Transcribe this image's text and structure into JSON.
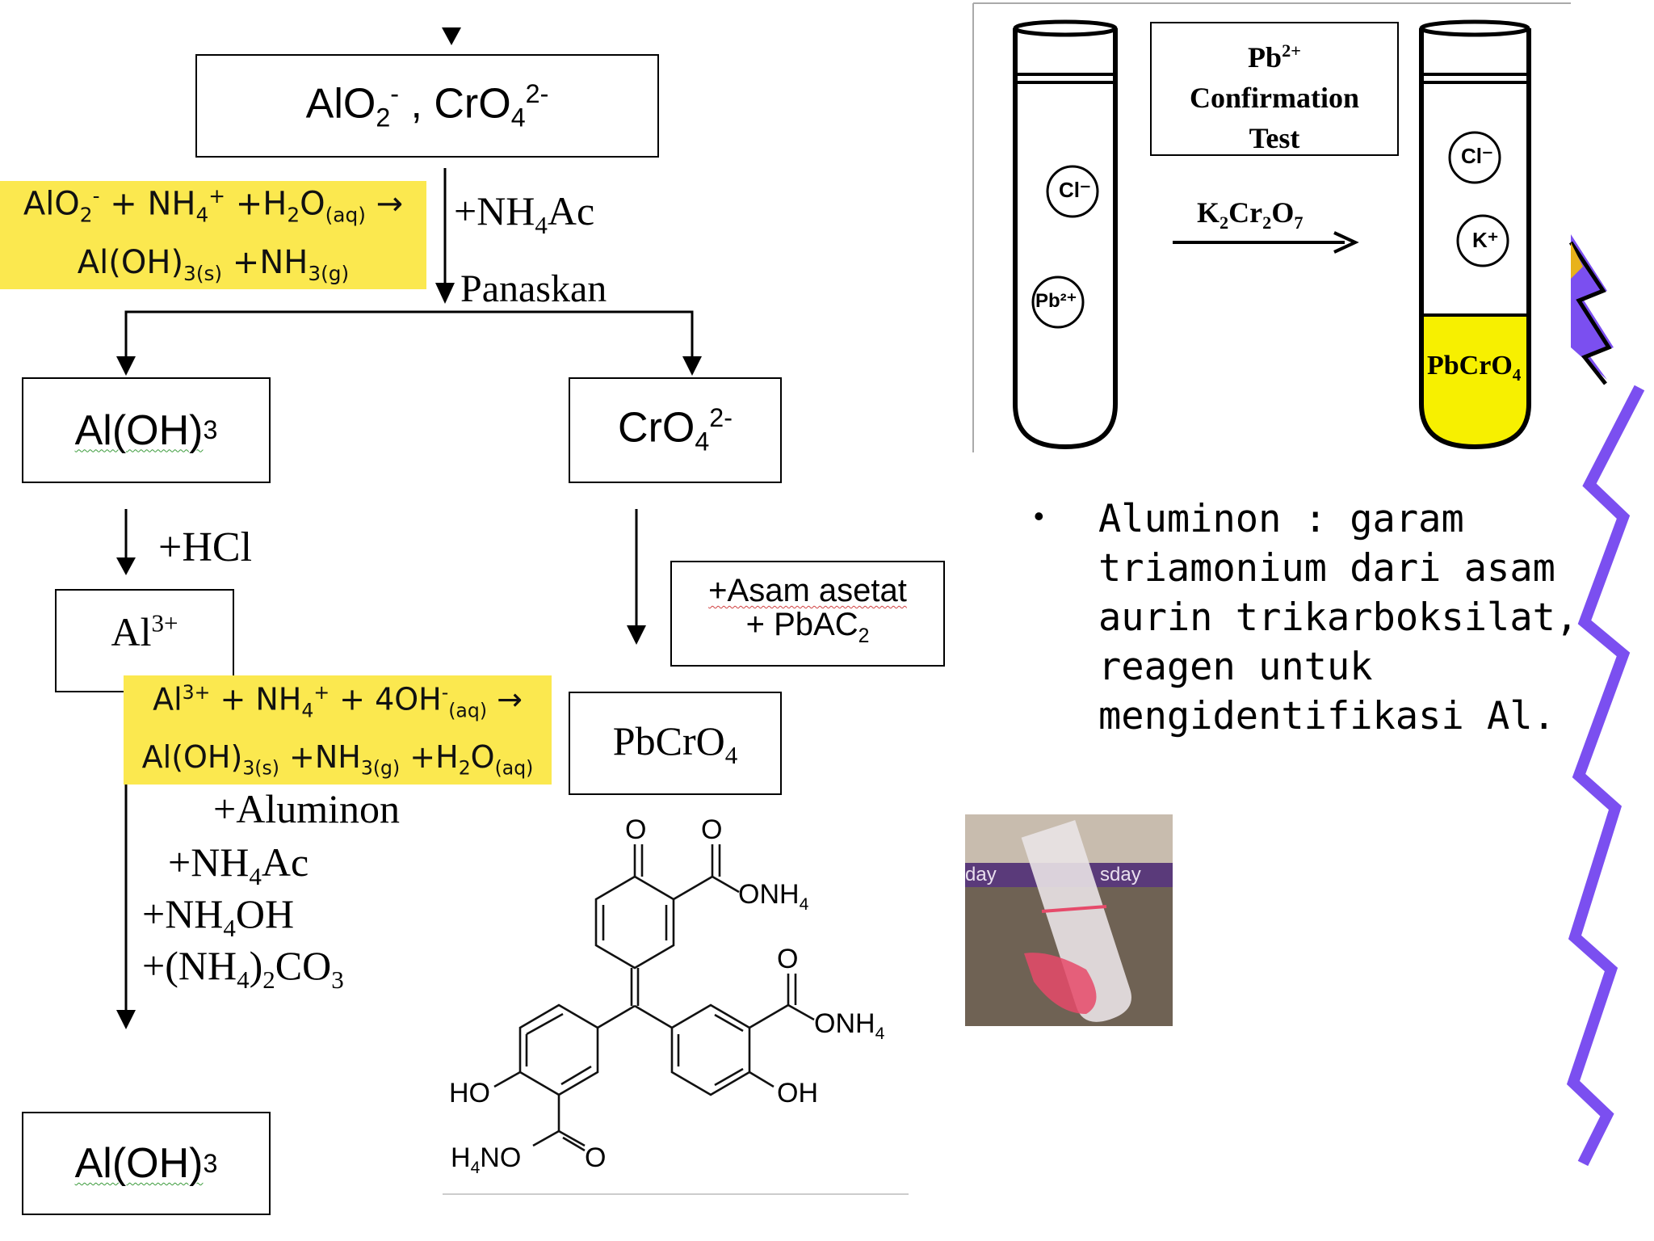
{
  "flow": {
    "top_box": {
      "species_a": "AlO",
      "species_a_sub": "2",
      "species_a_sup": "-",
      "separator": " , ",
      "species_b": "CrO",
      "species_b_sub": "4",
      "species_b_sup": "2-"
    },
    "reagent_nh4ac": {
      "prefix": "+NH",
      "sub": "4",
      "suffix": "Ac"
    },
    "heat_label": "Panaskan",
    "highlight_1": {
      "line1": {
        "p1": "AlO",
        "s1": "2",
        "c1": "-",
        "p2": " + NH",
        "c2": "4",
        "c2b": "+",
        "p3": " +H",
        "s3": "2",
        "p4": "O",
        "s4": "(aq)",
        "arrow": " →"
      },
      "line2": {
        "p1": "Al(OH)",
        "s1": "3(s)",
        "p2": " +NH",
        "s2": "3(g)"
      }
    },
    "left_box_1": {
      "text": "Al(OH)",
      "sub": "3"
    },
    "right_box_1": {
      "text": "CrO",
      "sub": "4",
      "sup": "2-"
    },
    "reagent_hcl": "+HCl",
    "al3_box": {
      "text": "Al",
      "sup": "3+"
    },
    "acid_box": {
      "line1": "+Asam asetat",
      "line2": "+ PbAC",
      "line2_sub": "2"
    },
    "highlight_2": {
      "line1": {
        "p1": "Al",
        "c1": "3+",
        "p2": " + NH",
        "c2": "4",
        "c2b": "+",
        "p3": " + 4OH",
        "c3": "-",
        "s3": "(aq)",
        "arrow": " →"
      },
      "line2": {
        "p1": "Al(OH)",
        "s1": "3(s)",
        "p2": " +NH",
        "s2": "3(g)",
        "p3": " +H",
        "s3": "2",
        "p4": "O",
        "s4": "(aq)"
      }
    },
    "pbcro4_box": {
      "text": "PbCrO",
      "sub": "4"
    },
    "reagents_list": [
      {
        "prefix": "+Aluminon",
        "sub": "",
        "suffix": ""
      },
      {
        "prefix": "+NH",
        "sub": "4",
        "suffix": "Ac"
      },
      {
        "prefix": "+NH",
        "sub": "4",
        "suffix": "OH"
      },
      {
        "prefix": "+(NH",
        "sub": "4",
        "suffix": ")",
        "sub2": "2",
        "suffix2": "CO",
        "sub3": "3"
      }
    ],
    "bottom_box": {
      "text": "Al(OH)",
      "sub": "3"
    }
  },
  "structure": {
    "labels": [
      "O",
      "O",
      "ONH",
      "4",
      "O",
      "ONH",
      "4",
      "HO",
      "OH",
      "H",
      "4",
      "NO",
      "O"
    ]
  },
  "test_tube_figure": {
    "title_line1": "Pb",
    "title_sup": "2+",
    "title_line2": "Confirmation",
    "title_line3": "Test",
    "reagent": {
      "p1": "K",
      "s1": "2",
      "p2": "Cr",
      "s2": "2",
      "p3": "O",
      "s3": "7"
    },
    "left_ions": [
      "Cl⁻",
      "Pb²⁺"
    ],
    "right_ions": [
      "Cl⁻",
      "K⁺"
    ],
    "precipitate": {
      "text": "PbCrO",
      "sub": "4"
    },
    "colors": {
      "precipitate": "#f7f000"
    }
  },
  "bullet": {
    "symbol": "•",
    "lines": [
      "Aluminon : garam",
      "triamonium dari asam",
      "aurin trikarboksilat,",
      "reagen untuk",
      "mengidentifikasi Al."
    ]
  },
  "photo": {
    "label_left": "day",
    "label_right": "sday",
    "colors": {
      "liquid": "#e64a6a",
      "band": "#5a3a7a"
    }
  },
  "colors": {
    "highlight": "#fbe84f",
    "decor_purple": "#7b4ff0",
    "decor_gold": "#e8b21a"
  }
}
